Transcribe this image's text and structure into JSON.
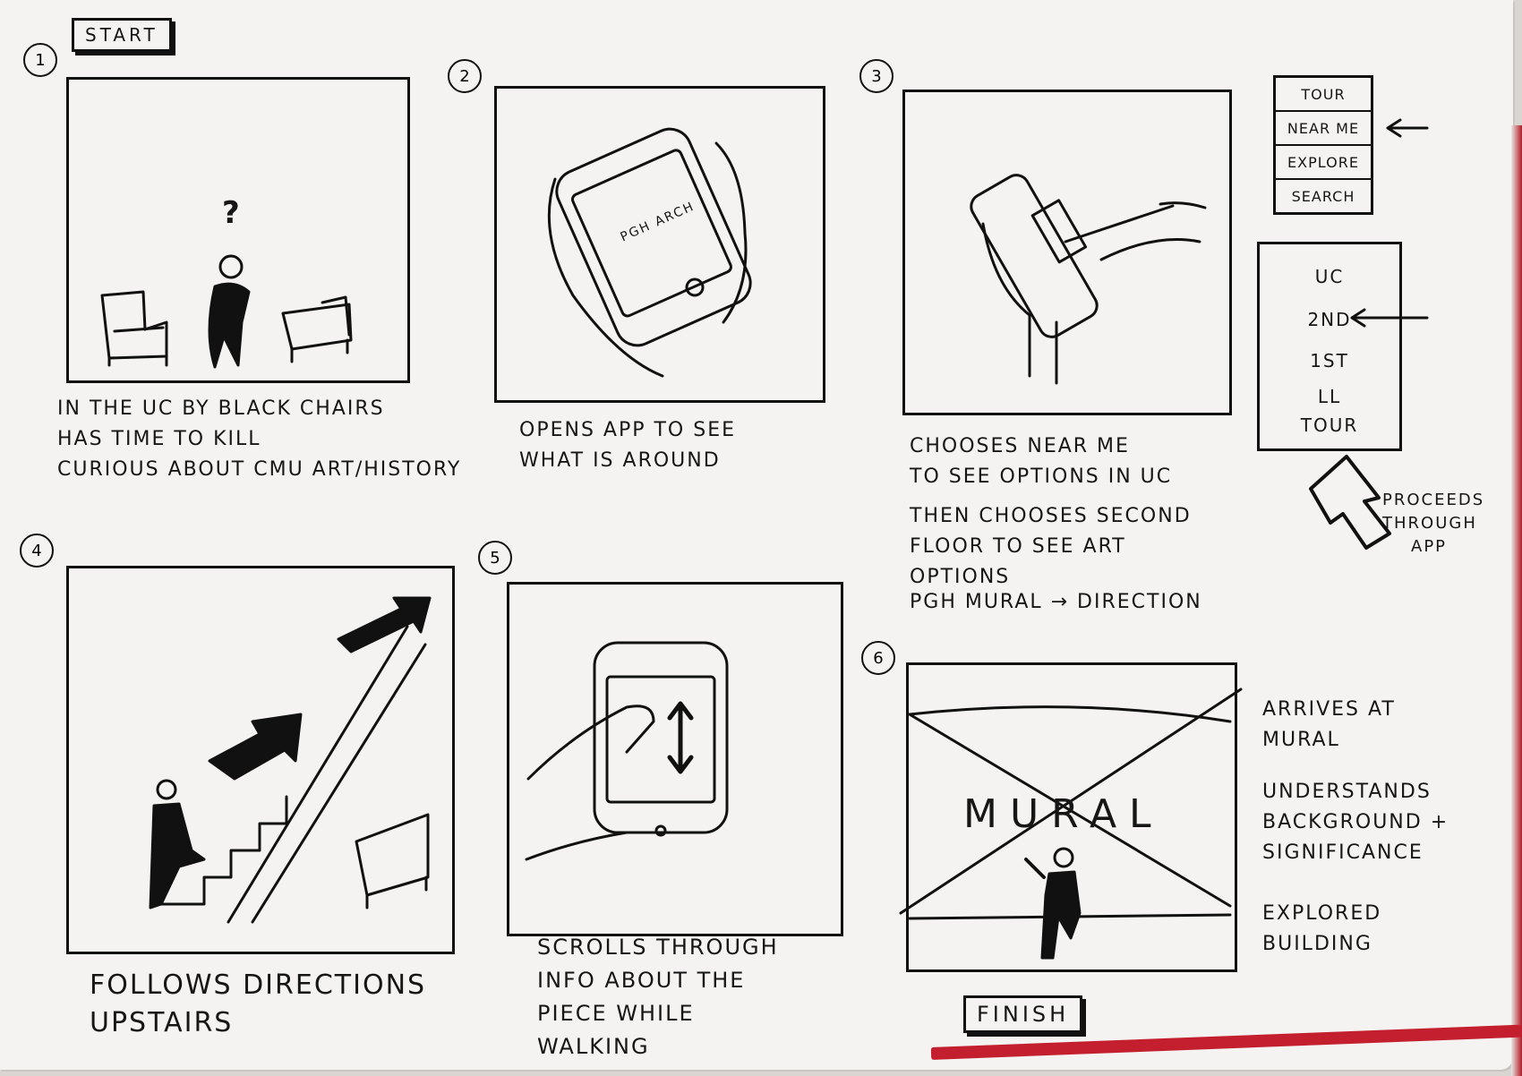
{
  "labels": {
    "start": "START",
    "finish": "FINISH",
    "numbers": [
      "1",
      "2",
      "3",
      "4",
      "5",
      "6"
    ]
  },
  "panel1": {
    "question": "?",
    "notes": [
      "IN THE UC BY BLACK CHAIRS",
      "HAS TIME TO KILL",
      "CURIOUS ABOUT CMU ART/HISTORY"
    ]
  },
  "panel2": {
    "screen_text": "PGH ARCH",
    "notes": [
      "OPENS APP TO SEE",
      "WHAT IS AROUND"
    ]
  },
  "panel3": {
    "menu": [
      "TOUR",
      "NEAR ME",
      "EXPLORE",
      "SEARCH"
    ],
    "floors": [
      "UC",
      "2ND",
      "1ST",
      "LL",
      "TOUR"
    ],
    "notes_a": [
      "CHOOSES NEAR ME",
      "TO SEE OPTIONS IN UC"
    ],
    "notes_b": [
      "THEN CHOOSES SECOND",
      "FLOOR TO SEE ART",
      "OPTIONS"
    ],
    "notes_c": [
      "PGH MURAL → DIRECTION"
    ],
    "proceeds": [
      "PROCEEDS",
      "THROUGH",
      "APP"
    ]
  },
  "panel4": {
    "notes": [
      "FOLLOWS DIRECTIONS",
      "UPSTAIRS"
    ]
  },
  "panel5": {
    "notes": [
      "SCROLLS THROUGH",
      "INFO ABOUT THE",
      "PIECE WHILE",
      "WALKING"
    ]
  },
  "panel6": {
    "mural": "MURAL",
    "notes_a": [
      "ARRIVES AT",
      "MURAL"
    ],
    "notes_b": [
      "UNDERSTANDS",
      "BACKGROUND +",
      "SIGNIFICANCE"
    ],
    "notes_c": [
      "EXPLORED",
      "BUILDING"
    ]
  },
  "colors": {
    "paper": "#f4f3f1",
    "ink": "#161616",
    "ribbon": "#c41f2e"
  }
}
